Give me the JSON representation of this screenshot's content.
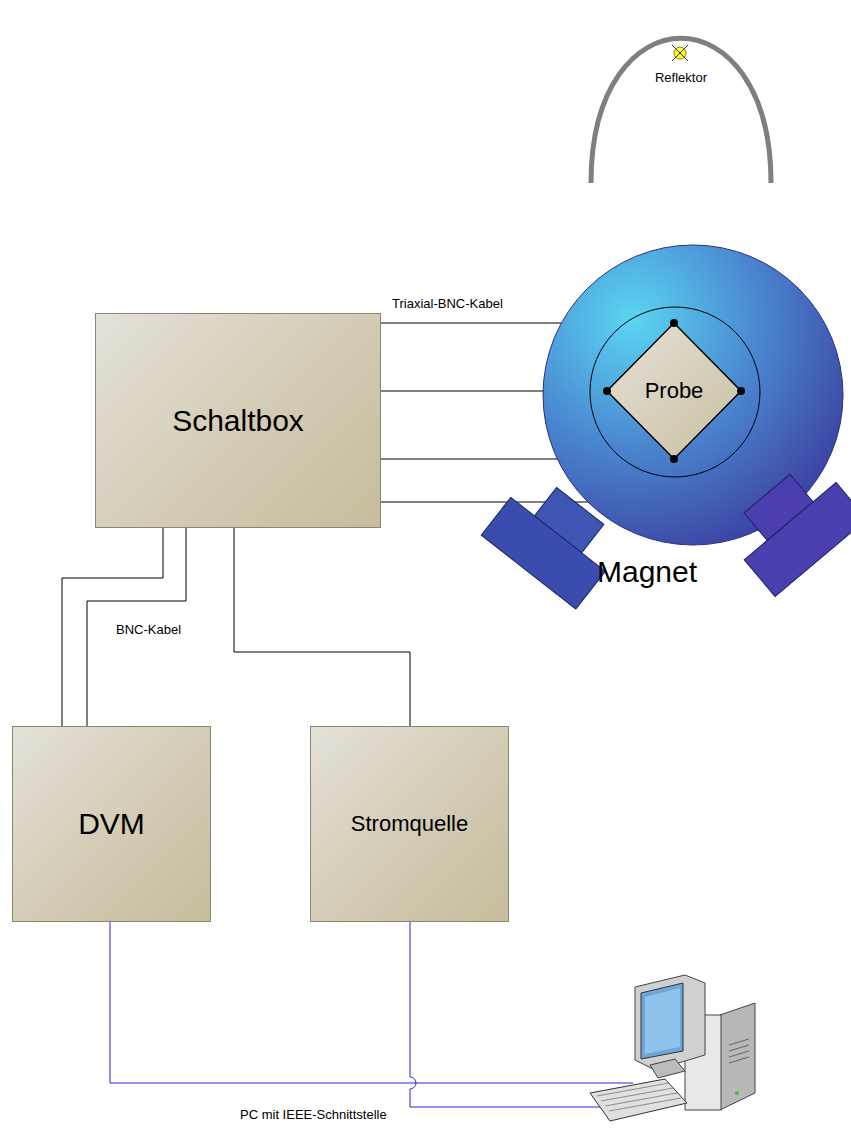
{
  "diagram": {
    "nodes": [
      {
        "text": [
          "Reflektor"
        ]
      },
      {
        "text": [
          "Schaltbox"
        ]
      },
      {
        "text": [
          "Magnet"
        ]
      },
      {
        "text": [
          "Probe"
        ],
        "in": 2
      },
      {
        "text": [
          "DVM"
        ]
      },
      {
        "text": [
          "Stromquelle"
        ]
      },
      {
        "text": [
          "PC mit IEEE-Schnittstelle"
        ]
      }
    ],
    "edges": [
      {
        "from": 1,
        "to": 3,
        "arrow": "none",
        "label": "Triaxial-BNC-Kabel"
      },
      {
        "from": 1,
        "to": 3,
        "arrow": "none"
      },
      {
        "from": 1,
        "to": 3,
        "arrow": "none"
      },
      {
        "from": 1,
        "to": 3,
        "arrow": "none"
      },
      {
        "from": 1,
        "to": 4,
        "arrow": "none"
      },
      {
        "from": 1,
        "to": 4,
        "arrow": "none",
        "label": "BNC-Kabel"
      },
      {
        "from": 1,
        "to": 5,
        "arrow": "none"
      },
      {
        "from": 4,
        "to": 6,
        "arrow": "none"
      },
      {
        "from": 5,
        "to": 6,
        "arrow": "none"
      }
    ]
  }
}
